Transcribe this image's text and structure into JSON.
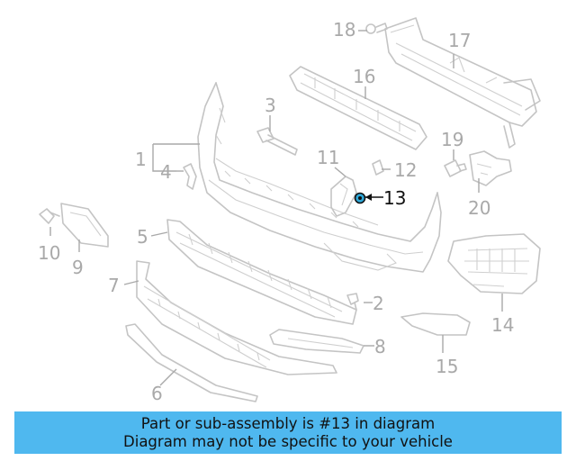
{
  "callouts": {
    "c1": "1",
    "c2": "2",
    "c3": "3",
    "c4": "4",
    "c5": "5",
    "c6": "6",
    "c7": "7",
    "c8": "8",
    "c9": "9",
    "c10": "10",
    "c11": "11",
    "c12": "12",
    "c13": "13",
    "c14": "14",
    "c15": "15",
    "c16": "16",
    "c17": "17",
    "c18": "18",
    "c19": "19",
    "c20": "20"
  },
  "highlighted_part": "13",
  "colors": {
    "line": "#c4c4c4",
    "callout_text": "#a9a9a9",
    "highlight": "#111111",
    "highlight_fill": "#2fa8d8",
    "caption_bg": "#4fb8ef"
  },
  "caption": {
    "line1": "Part or sub-assembly is #13 in diagram",
    "line2": "Diagram may not be specific to your vehicle"
  }
}
